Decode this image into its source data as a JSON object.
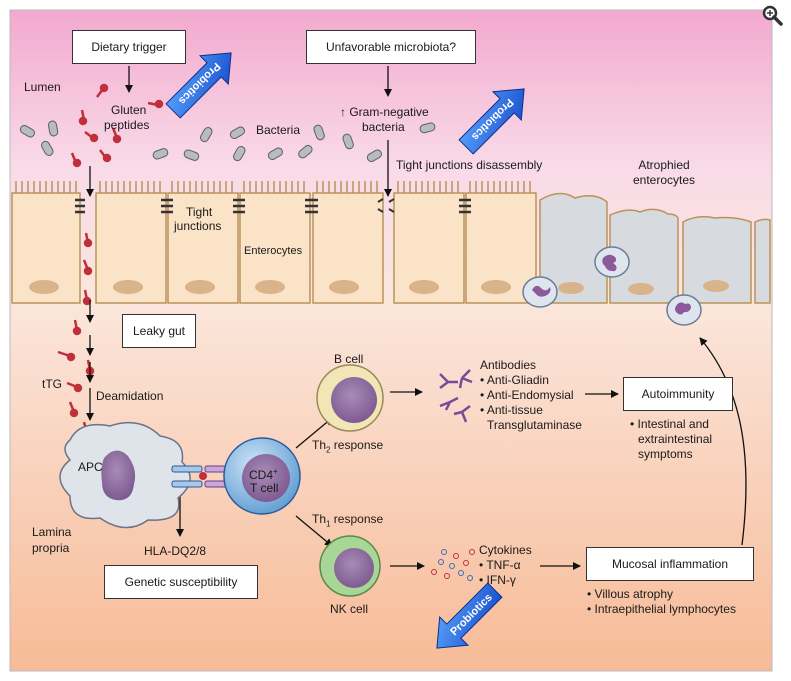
{
  "boxes": {
    "dietary_trigger": "Dietary trigger",
    "unfavorable_microbiota": "Unfavorable microbiota?",
    "leaky_gut": "Leaky gut",
    "autoimmunity": "Autoimmunity",
    "genetic_susceptibility": "Genetic susceptibility",
    "mucosal_inflammation": "Mucosal inflammation"
  },
  "labels": {
    "lumen": "Lumen",
    "gluten_1": "Gluten",
    "gluten_2": "peptides",
    "bacteria": "Bacteria",
    "gram_negative_1": "↑ Gram-negative",
    "gram_negative_2": "bacteria",
    "tight_junctions_disassembly": "Tight junctions disassembly",
    "atrophied_1": "Atrophied",
    "atrophied_2": "enterocytes",
    "tight_1": "Tight",
    "tight_2": "junctions",
    "enterocytes": "Enterocytes",
    "ttg": "tTG",
    "deamidation": "Deamidation",
    "apc": "APC",
    "lamina_1": "Lamina",
    "lamina_2": "propria",
    "hla": "HLA-DQ2/8",
    "cd4_main": "CD4",
    "cd4_sup": "+",
    "t_cell": "T cell",
    "b_cell": "B cell",
    "th2_main": "Th",
    "th2_sub": "2",
    "th2_rest": " response",
    "th1_main": "Th",
    "th1_sub": "1",
    "th1_rest": " response",
    "nk_cell": "NK cell",
    "antibodies": "Antibodies",
    "ab_gliadin": "• Anti-Gliadin",
    "ab_endomysial": "• Anti-Endomysial",
    "ab_tissue_1": "• Anti-tissue",
    "ab_tissue_2": "Transglutaminase",
    "symptoms_1": "• Intestinal and",
    "symptoms_2": "extraintestinal",
    "symptoms_3": "symptoms",
    "cytokines": "Cytokines",
    "tnf": "• TNF-α",
    "ifn": "• IFN-γ",
    "villous": "• Villous atrophy",
    "intraepithelial": "• Intraepithelial lymphocytes"
  },
  "probiotics": {
    "label": "Probiotics"
  },
  "icons": {
    "magnifier": "magnifier-icon"
  },
  "colors": {
    "lumen_pink": "#f0a8cc",
    "lamina_peach": "#f6c5a3",
    "cell_fill": "#fbe3c7",
    "cell_stroke": "#b9935a",
    "nucleus": "#d9b48a",
    "arrow_blue": "#2a6fe0",
    "gluten_red": "#c0303a",
    "bacteria_gray": "#b8bcc2",
    "lymphocyte_purple": "#8a5a9a",
    "b_cell_ring": "#e8d9a0",
    "nk_cell_ring": "#9ccc8a",
    "t_cell_blue": "#6ea8d8",
    "atrophied_gray": "#d7dadf"
  }
}
